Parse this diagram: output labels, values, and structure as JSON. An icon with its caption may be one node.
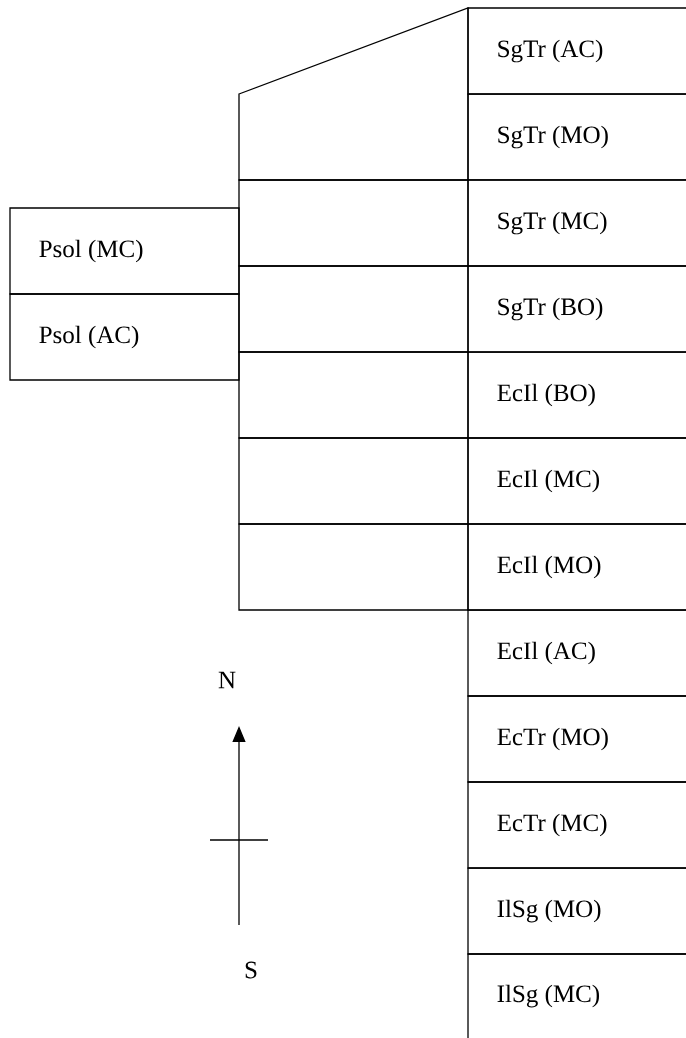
{
  "diagram": {
    "nodes": [
      {
        "text": [
          "Psol (MC)"
        ]
      },
      {
        "text": [
          "Psol (AC)"
        ]
      },
      {
        "text": [],
        "shape": "box"
      },
      {
        "text": [],
        "shape": "box"
      },
      {
        "text": [],
        "shape": "box"
      },
      {
        "text": [],
        "shape": "box"
      },
      {
        "text": [],
        "shape": "box"
      },
      {
        "text": [],
        "shape": "box"
      },
      {
        "text": [
          "SgTr (AC)"
        ]
      },
      {
        "text": [
          "SgTr (MO)"
        ]
      },
      {
        "text": [
          "SgTr (MC)"
        ]
      },
      {
        "text": [
          "SgTr (BO)"
        ]
      },
      {
        "text": [
          "EcIl (BO)"
        ]
      },
      {
        "text": [
          "EcIl (MC)"
        ]
      },
      {
        "text": [
          "EcIl (MO)"
        ]
      },
      {
        "text": [
          "EcIl (AC)"
        ]
      },
      {
        "text": [
          "EcTr (MO)"
        ]
      },
      {
        "text": [
          "EcTr (MC)"
        ]
      },
      {
        "text": [
          "IlSg (MO)"
        ]
      },
      {
        "text": [
          "IlSg (MC)"
        ]
      }
    ],
    "labels": [
      "N",
      "S"
    ]
  }
}
